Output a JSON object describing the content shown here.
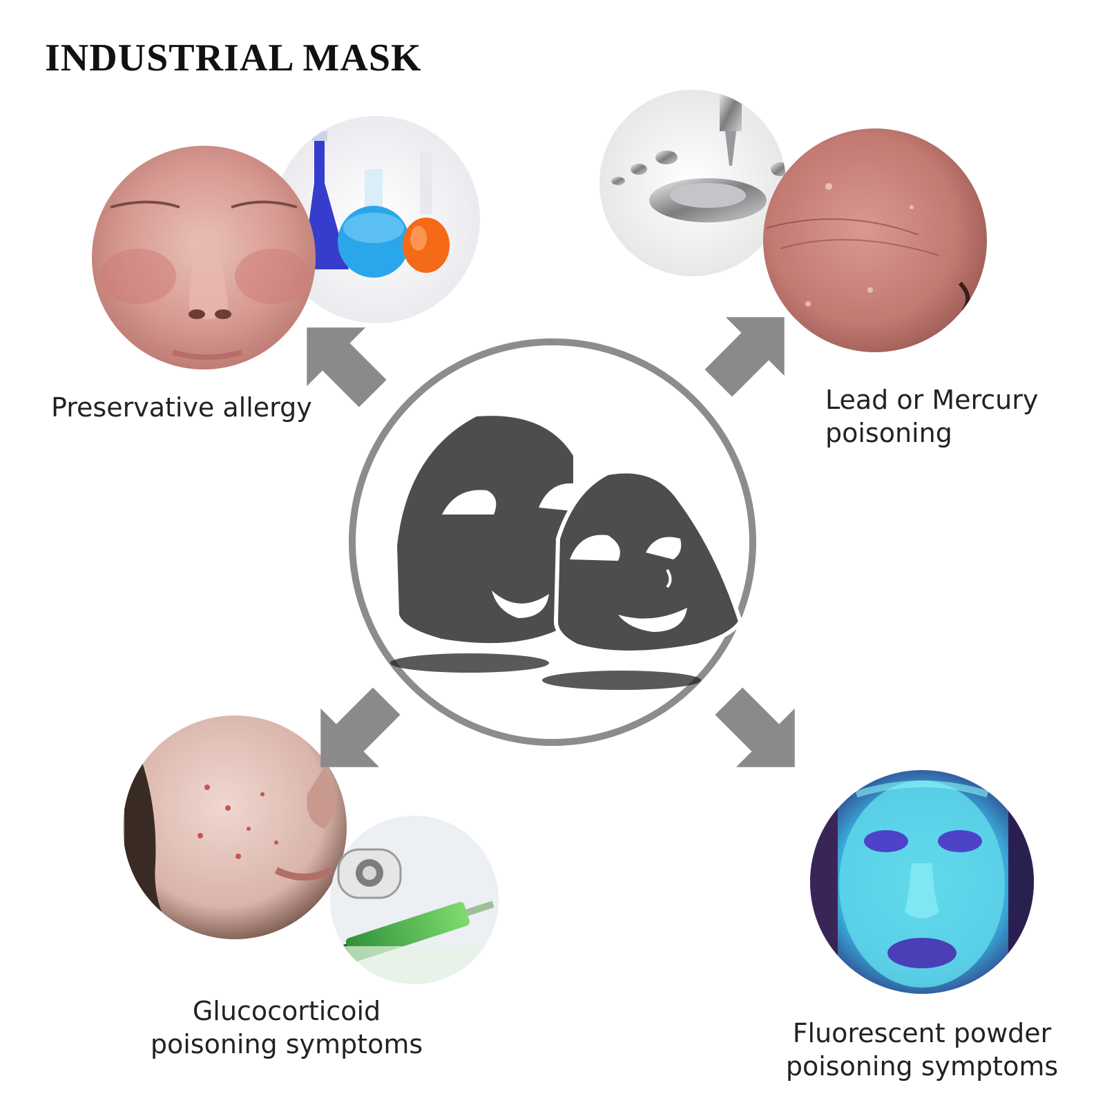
{
  "title": "INDUSTRIAL MASK",
  "labels": {
    "preservative": "Preservative allergy",
    "lead_line1": "Lead or Mercury",
    "lead_line2": "poisoning",
    "gluco_line1": "Glucocorticoid",
    "gluco_line2": "poisoning symptoms",
    "fluor_line1": "Fluorescent powder",
    "fluor_line2": "poisoning symptoms"
  },
  "colors": {
    "arrow": "#8a8a8a",
    "ring": "#8c8c8c",
    "mask": "#4d4d4d"
  }
}
